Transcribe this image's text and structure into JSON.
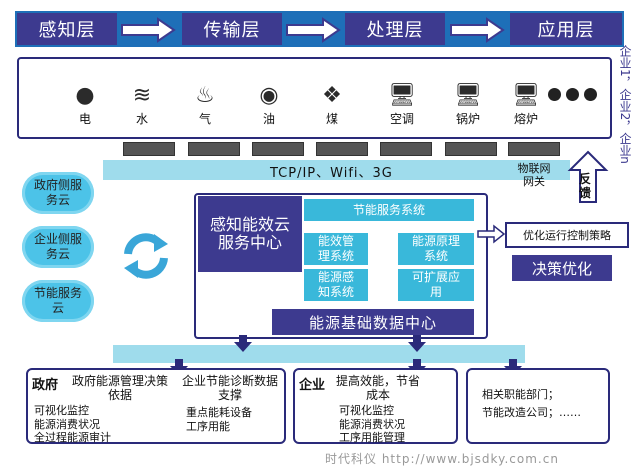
{
  "layers": [
    "感知层",
    "传输层",
    "处理层",
    "应用层"
  ],
  "sensors": [
    "电",
    "水",
    "气",
    "油",
    "煤",
    "空调",
    "锅炉",
    "熔炉"
  ],
  "enterprises": "企业1，企业2，企业n",
  "transport_label": "TCP/IP、Wifi、3G",
  "iot_gateway": "物联网网关",
  "feedback": "反馈",
  "clouds": [
    "政府侧服务云",
    "企业侧服务云",
    "节能服务云"
  ],
  "center": {
    "title": "感知能效云服务中心",
    "service_system": "节能服务系统",
    "modules": [
      "能效管理系统",
      "能源原理系统",
      "能源感知系统",
      "可扩展应用"
    ],
    "data_center": "能源基础数据中心"
  },
  "optimize": {
    "strategy": "优化运行控制策略",
    "decision": "决策优化"
  },
  "bottom": {
    "gov": {
      "title": "政府",
      "subtitle": "政府能源管理决策依据",
      "items": [
        "可视化监控",
        "能源消费状况",
        "全过程能源审计"
      ]
    },
    "ent_diag": {
      "title": "企业节能诊断数据支撑",
      "items": [
        "重点能耗设备",
        "工序用能"
      ]
    },
    "ent": {
      "title": "企业",
      "subtitle": "提高效能，节省成本",
      "items": [
        "可视化监控",
        "能源消费状况",
        "工序用能管理"
      ]
    },
    "others": {
      "items": [
        "相关职能部门；",
        "节能改造公司；……"
      ]
    }
  },
  "watermark": "时代科仪 http://www.bjsdky.com.cn"
}
